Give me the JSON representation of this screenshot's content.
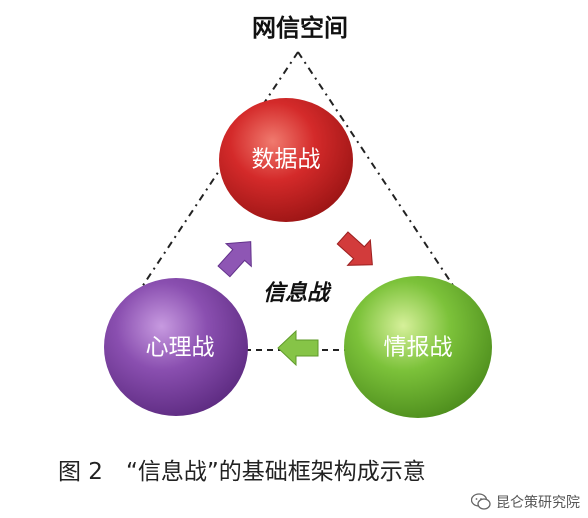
{
  "diagram": {
    "outer_label": "网信空间",
    "center_label": "信息战",
    "nodes": [
      {
        "id": "data",
        "label": "数据战",
        "color": "#d42a2a"
      },
      {
        "id": "intel",
        "label": "情报战",
        "color": "#7cc23a"
      },
      {
        "id": "psych",
        "label": "心理战",
        "color": "#8a4fb0"
      }
    ],
    "arrow_colors": {
      "data_to_intel": "#d23b3b",
      "intel_to_psych": "#86c447",
      "psych_to_data": "#8e56b4"
    }
  },
  "caption": "图 2　“信息战”的基础框架构成示意",
  "watermark": {
    "text": "昆仑策研究院",
    "icon": "wechat-icon"
  }
}
